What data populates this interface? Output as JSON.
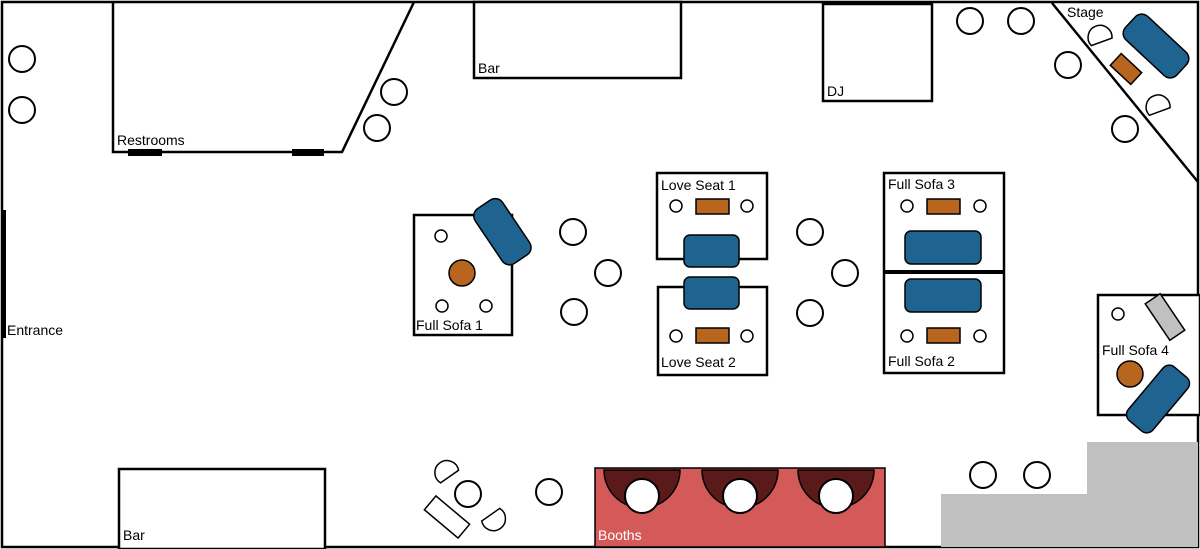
{
  "labels": {
    "restrooms": "Restrooms",
    "bar_top": "Bar",
    "dj": "DJ",
    "stage": "Stage",
    "entrance": "Entrance",
    "love_seat_1": "Love Seat 1",
    "love_seat_2": "Love Seat 2",
    "full_sofa_1": "Full Sofa 1",
    "full_sofa_2": "Full Sofa 2",
    "full_sofa_3": "Full Sofa 3",
    "full_sofa_4": "Full Sofa 4",
    "bar_bottom": "Bar",
    "booths": "Booths"
  },
  "colors": {
    "sofa": "#1f6390",
    "table": "#b8651f",
    "booths_bg": "#d45a5a",
    "booth_seat": "#5a1a1a",
    "stage_area": "#c0c0c0",
    "wall": "#000000"
  }
}
